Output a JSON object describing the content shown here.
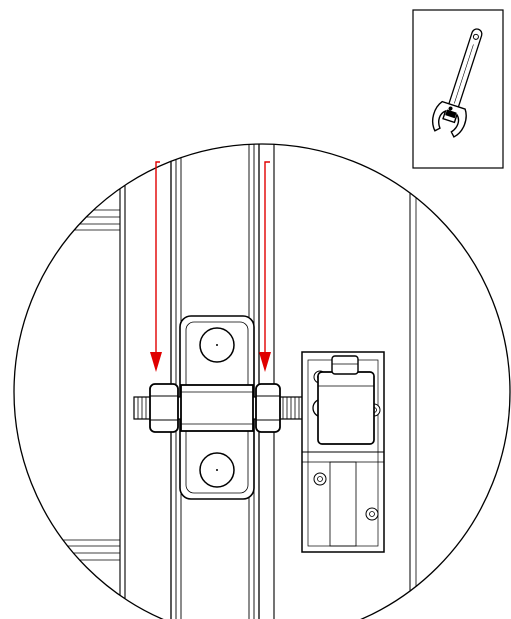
{
  "figure": {
    "type": "assembly-instruction-detail",
    "tool_icon": "adjustable-wrench-icon",
    "arrow_color": "#e00000",
    "line_color": "#000000",
    "background_color": "#ffffff",
    "steps": [
      {
        "action": "tighten-nut",
        "target": "left-hex-nut",
        "direction": "down"
      },
      {
        "action": "tighten-nut",
        "target": "right-hex-nut",
        "direction": "down"
      }
    ]
  }
}
